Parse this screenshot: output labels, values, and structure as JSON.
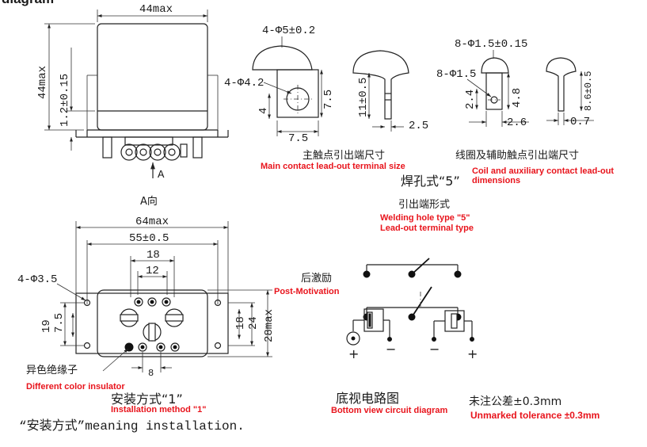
{
  "header_word": "diagram",
  "side_view": {
    "width_dim": "44max",
    "height_dim": "44max",
    "offset_dim": "1.2±0.15",
    "arrow_label": "A",
    "view_label": "A向"
  },
  "main_terminal": {
    "hole_dim": "4-Φ5±0.2",
    "hole_inner": "4-Φ4.2",
    "dim_4": "4",
    "dim_7_5": "7.5",
    "dim_7_5_bottom": "7.5",
    "dim_11": "11±0.5",
    "dim_2_5": "2.5",
    "caption_cn": "主触点引出端尺寸",
    "caption_en": "Main contact lead-out terminal size"
  },
  "coil_terminal": {
    "hole_dim": "8-Φ1.5±0.15",
    "hole_inner": "8-Φ1.5",
    "dim_2_4": "2.4",
    "dim_4_8": "4.8",
    "dim_2_6": "2.6",
    "dim_8_6": "8.6±0.5",
    "dim_0_7": "0.7",
    "caption_cn": "线圈及辅助触点引出端尺寸",
    "caption_en_1": "Coil and auxiliary contact lead-out",
    "caption_en_2": "dimensions"
  },
  "terminal_type": {
    "title_cn": "焊孔式“5”",
    "subtitle_cn": "引出端形式",
    "caption_en_1": "Welding hole type \"5\"",
    "caption_en_2": "Lead-out terminal type"
  },
  "mounting_view": {
    "dim_64": "64max",
    "dim_55": "55±0.5",
    "dim_18_top": "18",
    "dim_12": "12",
    "hole_dim": "4-Φ3.5",
    "dim_19": "19",
    "dim_7_5": "7.5",
    "dim_18_right": "18",
    "dim_24": "24",
    "dim_28": "28max",
    "dim_8": "8",
    "insulator_cn": "异色绝缘子",
    "insulator_en": "Different color insulator",
    "method_cn": "安装方式“1”",
    "method_en": "Installation method \"1\""
  },
  "circuit": {
    "post_cn": "后激励",
    "post_en": "Post-Motivation",
    "plus_left": "+",
    "minus_left": "−",
    "minus_right": "−",
    "plus_right": "+",
    "title_cn": "底视电路图",
    "title_en": "Bottom view circuit diagram"
  },
  "tolerance": {
    "cn": "未注公差±0.3mm",
    "en": "Unmarked tolerance ±0.3mm"
  },
  "footnote": "“安装方式”meaning installation."
}
